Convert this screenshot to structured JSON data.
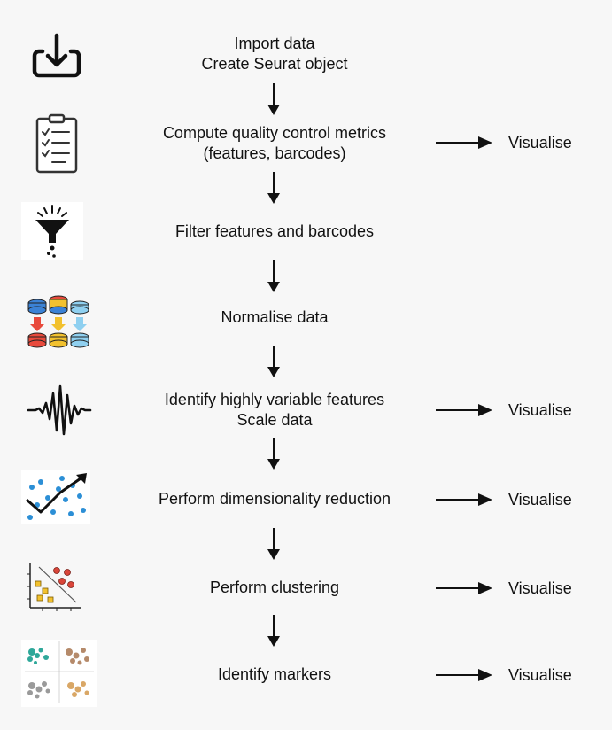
{
  "steps": [
    {
      "lines": [
        "Import data",
        "Create Seurat object"
      ],
      "icon": "import-icon",
      "visualise": ""
    },
    {
      "lines": [
        "Compute quality control metrics",
        "(features, barcodes)"
      ],
      "icon": "clipboard-checklist-icon",
      "visualise": "Visualise"
    },
    {
      "lines": [
        "Filter features and barcodes"
      ],
      "icon": "funnel-filter-icon",
      "visualise": ""
    },
    {
      "lines": [
        "Normalise data"
      ],
      "icon": "database-normalise-icon",
      "visualise": ""
    },
    {
      "lines": [
        "Identify highly variable features",
        "Scale data"
      ],
      "icon": "waveform-icon",
      "visualise": "Visualise"
    },
    {
      "lines": [
        "Perform dimensionality reduction"
      ],
      "icon": "scatter-trend-icon",
      "visualise": "Visualise"
    },
    {
      "lines": [
        "Perform clustering"
      ],
      "icon": "cluster-scatter-icon",
      "visualise": "Visualise"
    },
    {
      "lines": [
        "Identify markers"
      ],
      "icon": "marker-umap-icon",
      "visualise": "Visualise"
    }
  ]
}
